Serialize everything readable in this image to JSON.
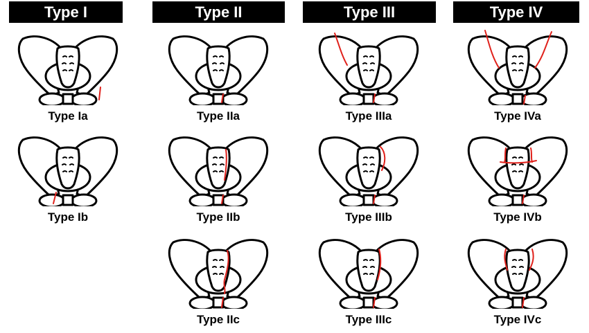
{
  "colors": {
    "header_bg": "#000000",
    "header_text": "#ffffff",
    "fracture": "#e0211b"
  },
  "columns": [
    {
      "id": "type-i",
      "title": "Type I",
      "cells": [
        {
          "label": "Type Ia"
        },
        {
          "label": "Type Ib"
        }
      ]
    },
    {
      "id": "type-ii",
      "title": "Type II",
      "cells": [
        {
          "label": "Type IIa"
        },
        {
          "label": "Type IIb"
        },
        {
          "label": "Type IIc"
        }
      ]
    },
    {
      "id": "type-iii",
      "title": "Type III",
      "cells": [
        {
          "label": "Type IIIa"
        },
        {
          "label": "Type IIIb"
        },
        {
          "label": "Type IIIc"
        }
      ]
    },
    {
      "id": "type-iv",
      "title": "Type IV",
      "cells": [
        {
          "label": "Type IVa"
        },
        {
          "label": "Type IVb"
        },
        {
          "label": "Type IVc"
        }
      ]
    }
  ]
}
